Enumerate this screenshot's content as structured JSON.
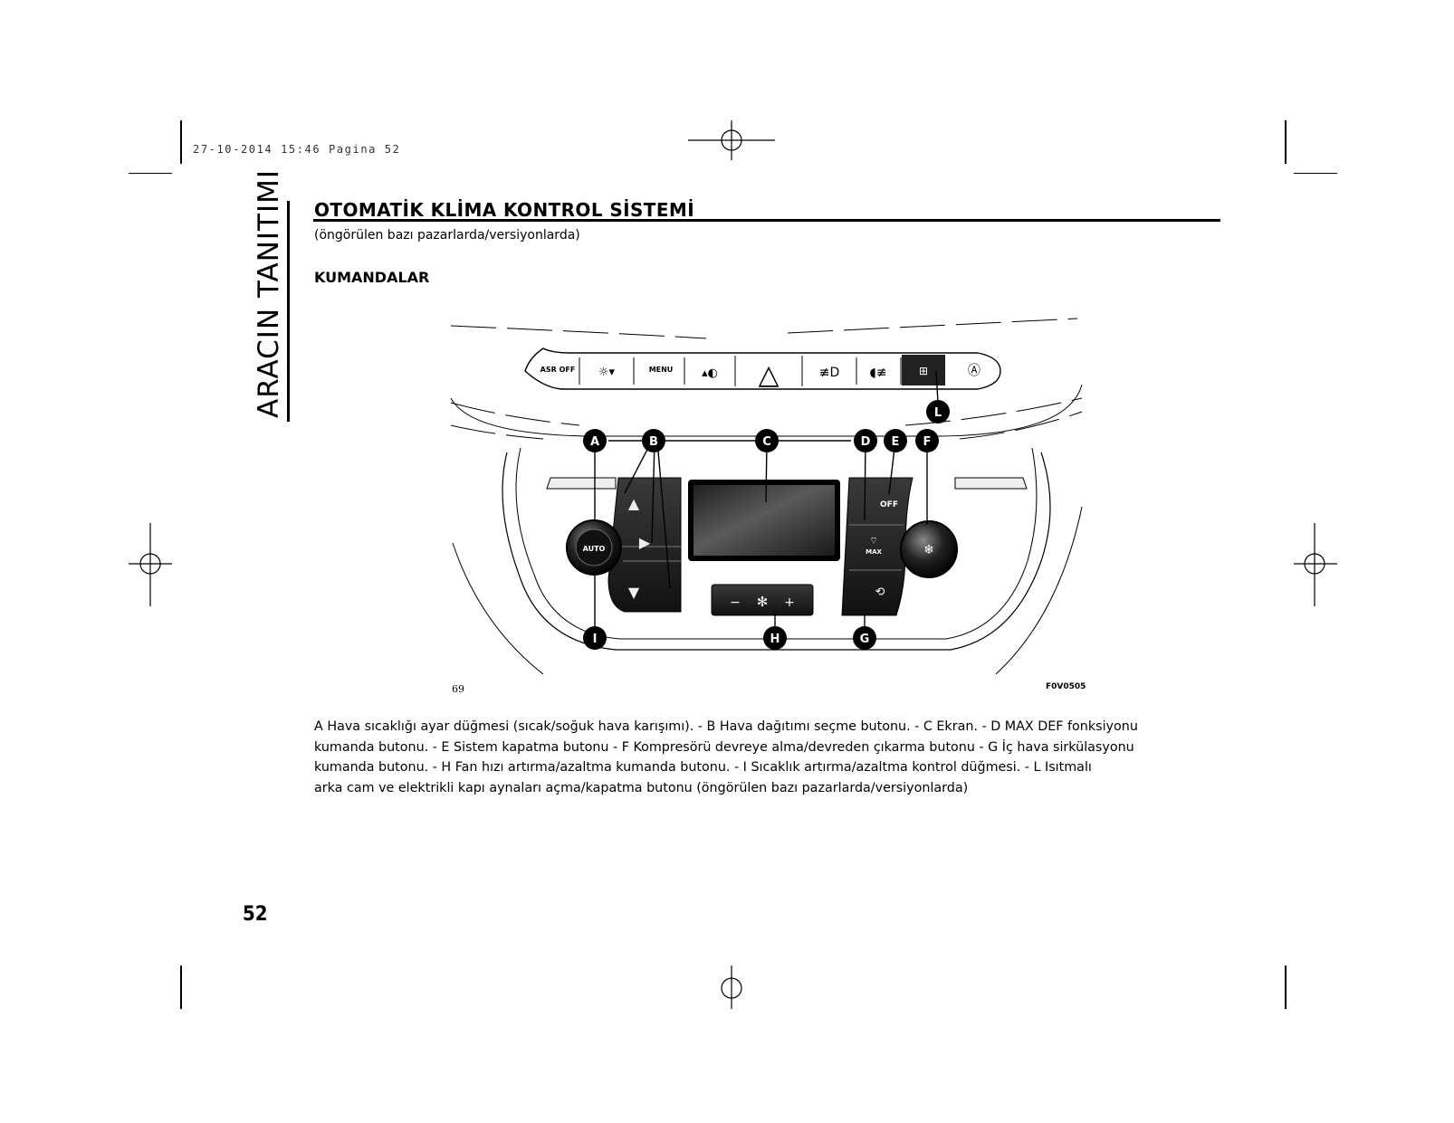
{
  "print_stamp": "27-10-2014 15:46 Pagina 52",
  "side_title": "ARACIN TANITIMI",
  "title": "OTOMATİK KLİMA KONTROL SİSTEMİ",
  "subtitle": "(öngörülen bazı pazarlarda/versiyonlarda)",
  "section_heading": "KUMANDALAR",
  "figure": {
    "number": "69",
    "code": "F0V0505",
    "callouts": [
      "A",
      "B",
      "C",
      "D",
      "E",
      "F",
      "G",
      "H",
      "I",
      "L"
    ],
    "top_buttons": [
      "ASR OFF",
      "MENU"
    ],
    "auto_label": "AUTO",
    "off_label": "OFF",
    "max_label": "MAX",
    "fan_minus": "−",
    "fan_plus": "+"
  },
  "caption_lines": [
    "A Hava sıcaklığı ayar düğmesi (sıcak/soğuk hava karışımı). - B Hava dağıtımı seçme butonu. - C Ekran. - D MAX DEF fonksiyonu",
    "kumanda butonu. - E Sistem kapatma butonu - F Kompresörü devreye alma/devreden çıkarma butonu - G İç hava sirkülasyonu",
    "kumanda butonu. - H Fan hızı artırma/azaltma kumanda butonu. - I Sıcaklık artırma/azaltma kontrol düğmesi. - L Isıtmalı",
    "arka cam ve elektrikli kapı aynaları açma/kapatma butonu (öngörülen bazı pazarlarda/versiyonlarda)"
  ],
  "page_number": "52"
}
